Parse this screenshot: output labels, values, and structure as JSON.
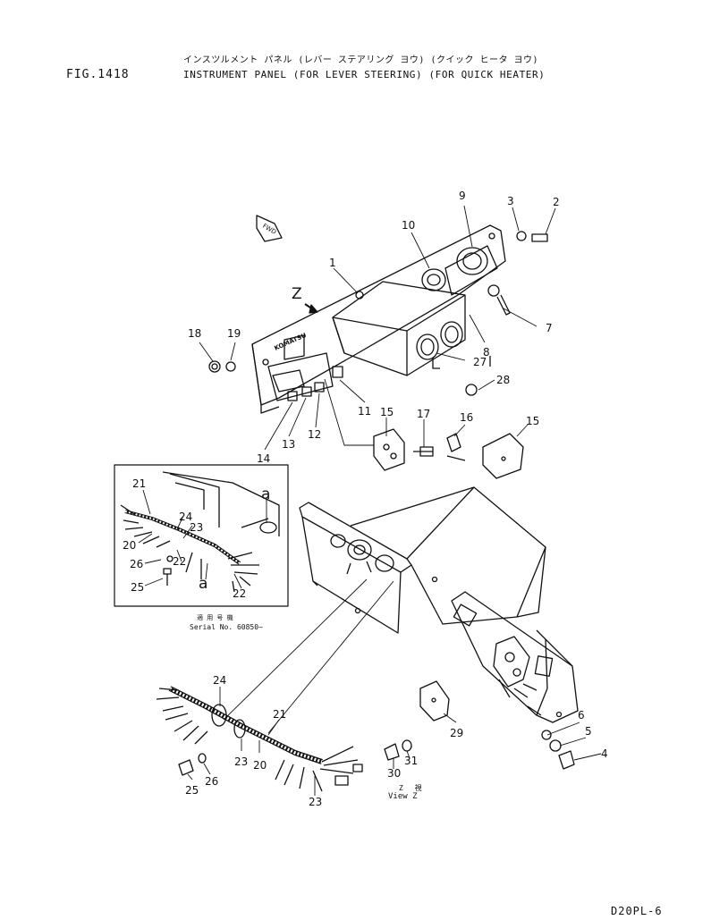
{
  "header": {
    "fig_label": "FIG.1418",
    "title_jp": "インスツルメント パネル (レバー ステアリング ヨウ) (クイック ヒータ ヨウ)",
    "title_en": "INSTRUMENT PANEL (FOR LEVER STEERING) (FOR QUICK HEATER)"
  },
  "inset": {
    "caption_jp": "適 用 号 機",
    "serial": "Serial No. 60850~"
  },
  "view": {
    "caption_jp": "Z　 視",
    "label": "View Z",
    "z_marker": "Z",
    "fwd_tag": "FWD",
    "brand_text": "KOMATSU"
  },
  "footer": {
    "page_id": "D20PL-6"
  },
  "callouts": {
    "n1": "1",
    "n2": "2",
    "n3": "3",
    "n4": "4",
    "n5": "5",
    "n6": "6",
    "n7": "7",
    "n8": "8",
    "n9": "9",
    "n10": "10",
    "n11": "11",
    "n12": "12",
    "n13": "13",
    "n14": "14",
    "n15a": "15",
    "n15b": "15",
    "n16": "16",
    "n17": "17",
    "n18": "18",
    "n19": "19",
    "n27": "27",
    "n28": "28",
    "n29": "29",
    "n30": "30",
    "n31": "31",
    "i21": "21",
    "i24": "24",
    "i23": "23",
    "i20": "20",
    "i22a": "22",
    "i26": "26",
    "i25": "25",
    "i22b": "22",
    "ia1": "a",
    "ia2": "a",
    "m24": "24",
    "m21": "21",
    "m23a": "23",
    "m20": "20",
    "m25": "25",
    "m26": "26",
    "m23b": "23"
  }
}
